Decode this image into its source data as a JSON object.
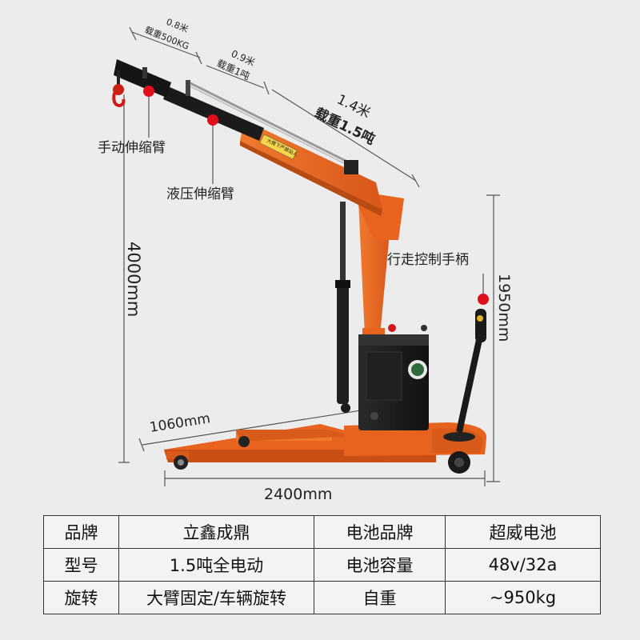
{
  "boom_specs": [
    {
      "length": "0.8米",
      "load": "载重500KG"
    },
    {
      "length": "0.9米",
      "load": "载重1吨"
    },
    {
      "length": "1.4米",
      "load": "载重1.5吨"
    }
  ],
  "callouts": {
    "manual_arm": "手动伸缩臂",
    "hydraulic_arm": "液压伸缩臂",
    "handle": "行走控制手柄"
  },
  "dimensions": {
    "height": "4000mm",
    "handle_height": "1950mm",
    "leg_length": "1060mm",
    "total_length": "2400mm"
  },
  "warning_sticker": "大臂下严禁站人",
  "specs_table": [
    [
      "品牌",
      "立鑫成鼎",
      "电池品牌",
      "超威电池"
    ],
    [
      "型号",
      "1.5吨全电动",
      "电池容量",
      "48v/32a"
    ],
    [
      "旋转",
      "大臂固定/车辆旋转",
      "自重",
      "~950kg"
    ]
  ],
  "colors": {
    "crane_body": "#e8641e",
    "arm": "#1b1b1b",
    "marker": "#e0101a",
    "background": "#ececec"
  }
}
